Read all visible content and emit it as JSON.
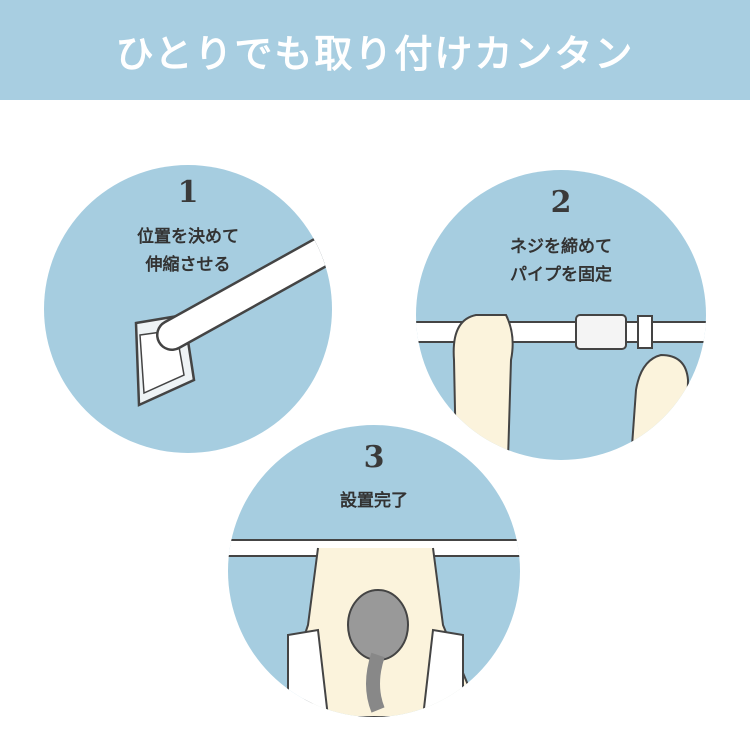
{
  "header": {
    "title": "ひとりでも取り付けカンタン"
  },
  "steps": [
    {
      "number": "1",
      "line1": "位置を決めて",
      "line2": "伸縮させる"
    },
    {
      "number": "2",
      "line1": "ネジを締めて",
      "line2": "パイプを固定"
    },
    {
      "number": "3",
      "line1": "設置完了"
    }
  ],
  "colors": {
    "header": "#a8cee1",
    "circle": "#a6cde0"
  }
}
